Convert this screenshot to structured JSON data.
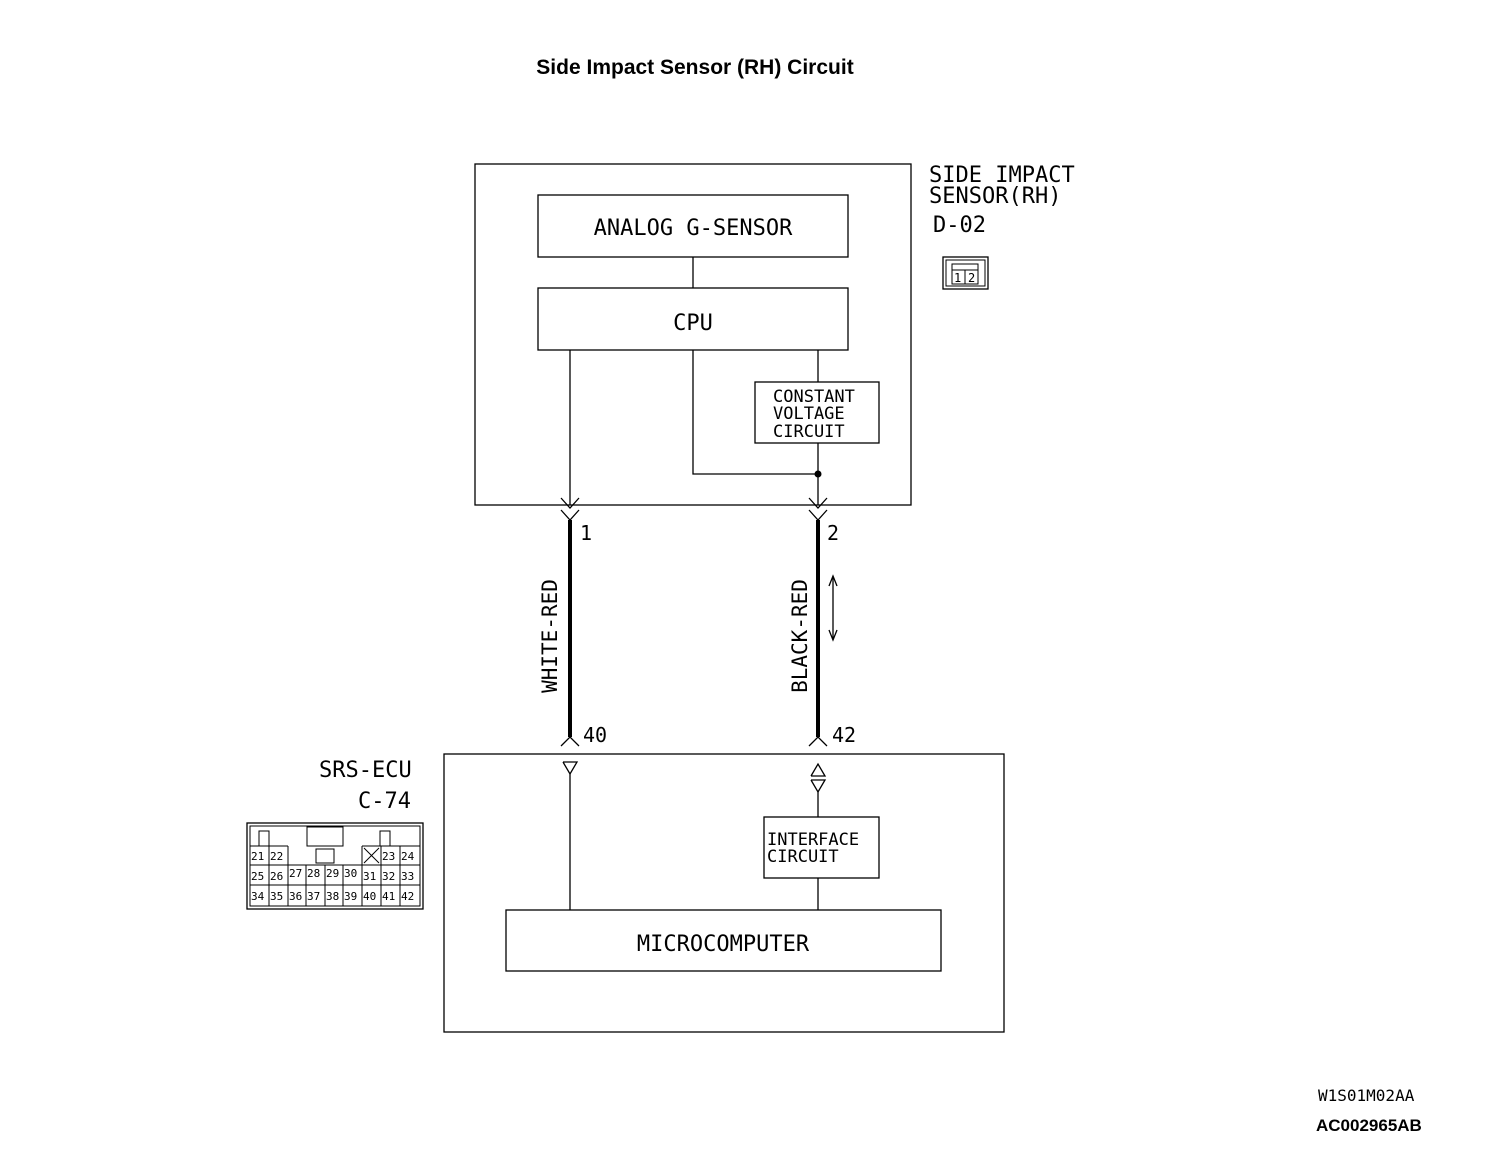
{
  "title": "Side Impact Sensor (RH) Circuit",
  "sensor": {
    "name_line1": "SIDE IMPACT",
    "name_line2": "SENSOR(RH)",
    "connector_id": "D-02",
    "connector_pins": [
      "1",
      "2"
    ],
    "blocks": {
      "g_sensor": "ANALOG G-SENSOR",
      "cpu": "CPU",
      "constant_voltage": [
        "CONSTANT",
        "VOLTAGE",
        "CIRCUIT"
      ]
    }
  },
  "wires": [
    {
      "color": "WHITE-RED",
      "sensor_pin": "1",
      "ecu_pin": "40"
    },
    {
      "color": "BLACK-RED",
      "sensor_pin": "2",
      "ecu_pin": "42"
    }
  ],
  "ecu": {
    "name": "SRS-ECU",
    "connector_id": "C-74",
    "connector_rows": [
      [
        "21",
        "22",
        "23",
        "24"
      ],
      [
        "25",
        "26",
        "27",
        "28",
        "29",
        "30",
        "31",
        "32",
        "33"
      ],
      [
        "34",
        "35",
        "36",
        "37",
        "38",
        "39",
        "40",
        "41",
        "42"
      ]
    ],
    "blocks": {
      "interface": [
        "INTERFACE",
        "CIRCUIT"
      ],
      "microcomputer": "MICROCOMPUTER"
    }
  },
  "figure_codes": {
    "drawing": "W1S01M02AA",
    "reference": "AC002965AB"
  }
}
